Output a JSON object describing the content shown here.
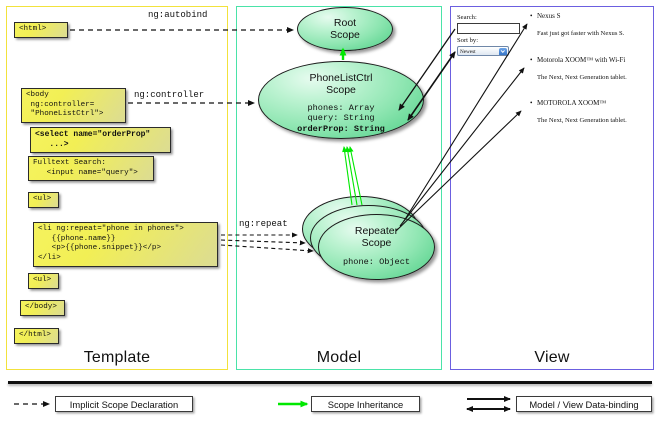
{
  "columns": [
    {
      "key": "template",
      "label": "Template"
    },
    {
      "key": "model",
      "label": "Model"
    },
    {
      "key": "view",
      "label": "View"
    }
  ],
  "template": {
    "boxes": [
      {
        "name": "html-open",
        "text": "<html>",
        "bold": false
      },
      {
        "name": "body-open",
        "text": "<body\n ng:controller=\n \"PhoneListCtrl\">",
        "bold": false
      },
      {
        "name": "select-orderprop",
        "text": "<select name=\"orderProp\"\n   ...>",
        "bold": true
      },
      {
        "name": "fulltext-search",
        "text": "Fulltext Search:\n   <input name=\"query\">",
        "bold": false
      },
      {
        "name": "ul-open",
        "text": "<ul>",
        "bold": false
      },
      {
        "name": "li-ngrepeat",
        "text": "<li ng:repeat=\"phone in phones\">\n   {{phone.name}}\n   <p>{{phone.snippet}}</p>\n</li>",
        "bold": false
      },
      {
        "name": "ul-close",
        "text": "<ul>",
        "bold": false
      },
      {
        "name": "body-close",
        "text": "</body>",
        "bold": false
      },
      {
        "name": "html-close",
        "text": "</html>",
        "bold": false
      }
    ]
  },
  "model": {
    "scopes": [
      {
        "name": "root-scope",
        "title": "Root\nScope",
        "props": []
      },
      {
        "name": "phonelistctrl-scope",
        "title": "PhoneListCtrl\nScope",
        "props": [
          {
            "text": "phones: Array",
            "bold": false
          },
          {
            "text": "query: String",
            "bold": false
          },
          {
            "text": "orderProp: String",
            "bold": true
          }
        ]
      },
      {
        "name": "repeater-scope",
        "title": "Repeater\nScope",
        "props": [
          {
            "text": "phone: Object",
            "bold": false
          }
        ]
      }
    ]
  },
  "view": {
    "search_label": "Search:",
    "search_value": "",
    "sort_label": "Sort by:",
    "sort_selected": "Newest",
    "phones": [
      {
        "name": "Nexus S",
        "snippet": "Fast just got faster with Nexus S."
      },
      {
        "name": "Motorola XOOM™  with Wi-Fi",
        "snippet": "The Next, Next Generation tablet."
      },
      {
        "name": "MOTOROLA XOOM™",
        "snippet": "The Next, Next Generation tablet."
      }
    ]
  },
  "edges": [
    {
      "name": "ng-autobind",
      "label": "ng:autobind"
    },
    {
      "name": "ng-controller",
      "label": "ng:controller"
    },
    {
      "name": "ng-repeat",
      "label": "ng:repeat"
    }
  ],
  "legend": [
    {
      "name": "implicit-scope-declaration",
      "label": "Implicit Scope Declaration",
      "style": "dashed"
    },
    {
      "name": "scope-inheritance",
      "label": "Scope Inheritance",
      "style": "green"
    },
    {
      "name": "model-view-data-binding",
      "label": "Model / View Data-binding",
      "style": "double"
    }
  ],
  "colors": {
    "template_border": "#f2e23c",
    "model_border": "#4ae3a8",
    "view_border": "#6b5fe0",
    "code_box": "#f2ef55",
    "scope_green": "#8fe6b2",
    "inherit_arrow": "#00e800"
  }
}
